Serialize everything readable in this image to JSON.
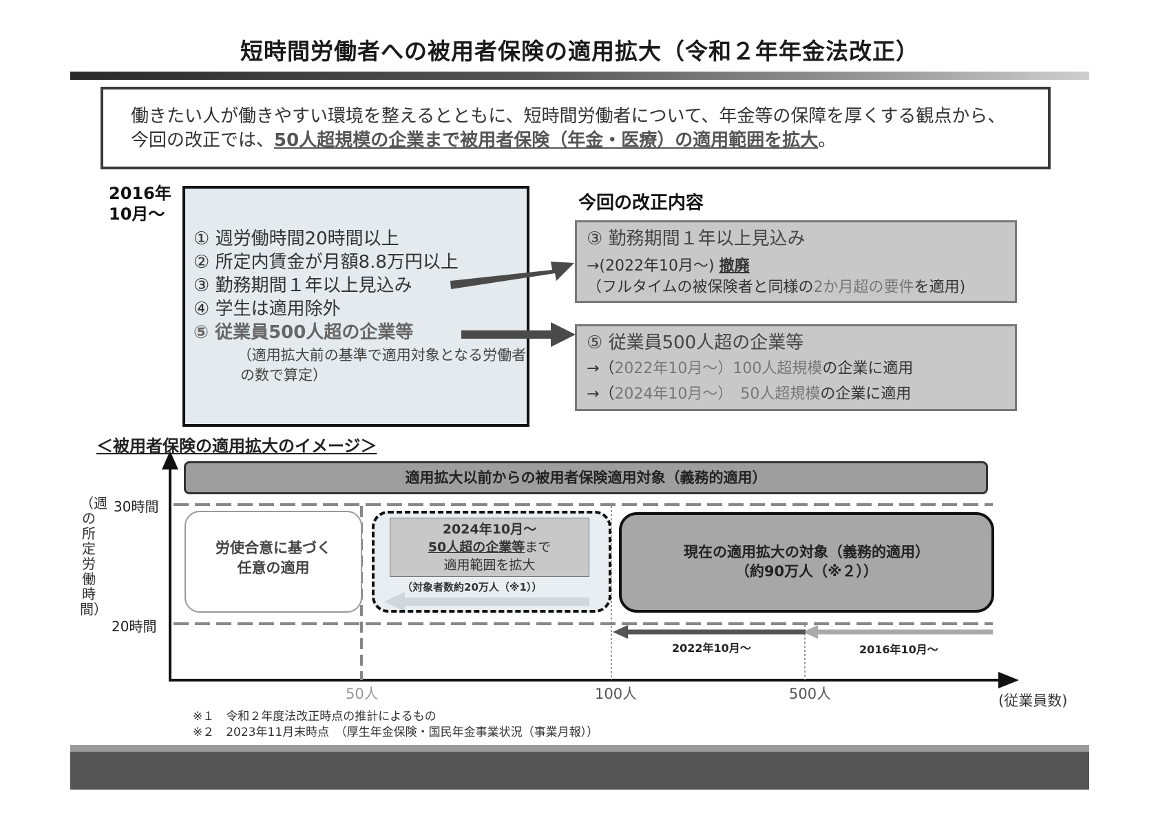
{
  "title": "短時間労働者への被用者保険の適用拡大（令和２年年金法改正）",
  "intro": {
    "text": "働きたい人が働きやすい環境を整えるとともに、短時間労働者について、年金等の保障を厚くする観点から、今回の改正では、",
    "highlight": "50人超規模の企業まで被用者保険（年金・医療）の適用範囲を拡大",
    "end": "。"
  },
  "since": {
    "line1": "2016年",
    "line2": "10月～"
  },
  "old_criteria": {
    "items": [
      "① 週労働時間20時間以上",
      "② 所定内賃金が月額8.8万円以上",
      "③ 勤務期間１年以上見込み",
      "④ 学生は適用除外",
      "⑤ 従業員500人超の企業等"
    ],
    "note": "（適用拡大前の基準で適用対象となる労働者の数で算定）"
  },
  "reform": {
    "title": "今回の改正内容",
    "box1": {
      "head": "③ 勤務期間１年以上見込み",
      "line1_prefix": "→(2022年10月～) ",
      "line1_action": "撤廃",
      "line2_a": "（フルタイムの被保険者と同様の",
      "line2_b": "2か月超の要件",
      "line2_c": "を適用)"
    },
    "box2": {
      "head": "⑤ 従業員500人超の企業等",
      "line1_a": "→（",
      "line1_b": "2022年10月～）100人超規模",
      "line1_c": "の企業に適用",
      "line2_a": "→（",
      "line2_b": "2024年10月～）　50人超規模",
      "line2_c": "の企業に適用"
    }
  },
  "image_title": "＜被用者保険の適用拡大のイメージ＞",
  "diagram": {
    "upper_bar": "適用拡大以前からの被用者保険適用対象（義務的適用）",
    "voluntary_l1": "労使合意に基づく",
    "voluntary_l2": "任意の適用",
    "ext50_l1": "2024年10月～",
    "ext50_l2a": "50人超の企業等",
    "ext50_l2b": "まで",
    "ext50_l3": "適用範囲を拡大",
    "ext50_note": "（対象者数約20万人（※1））",
    "current_l1": "現在の適用拡大の対象（義務的適用）",
    "current_l2": "（約90万人（※２））",
    "arrow_2022": "2022年10月～",
    "arrow_2016": "2016年10月～",
    "y_axis_label": "（週の所定労働時間）",
    "y_ticks": [
      "30時間",
      "20時間"
    ],
    "x_ticks": [
      "50人",
      "100人",
      "500人"
    ],
    "x_axis_label": "(従業員数)"
  },
  "footnotes": [
    "※１　令和２年度法改正時点の推計によるもの",
    "※２　2023年11月末時点　（厚生年金保険・国民年金事業状況（事業月報））"
  ]
}
